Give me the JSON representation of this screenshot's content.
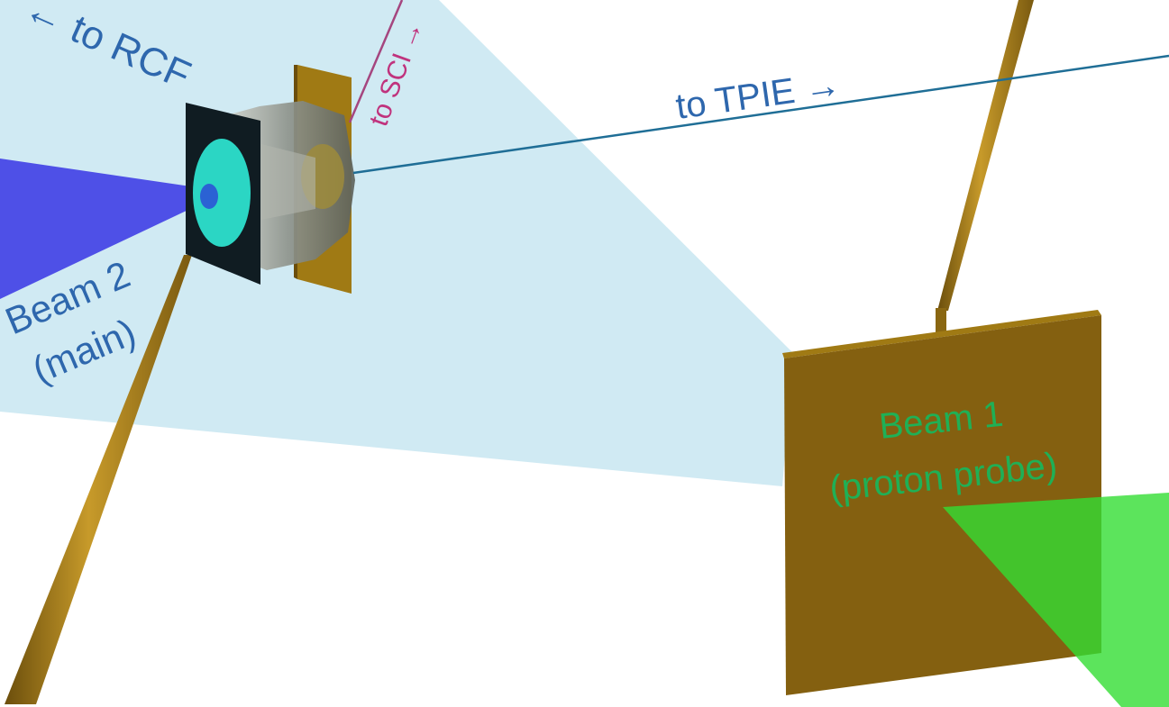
{
  "labels": {
    "to_rcf": "← to RCF",
    "to_sci": "to SCI →",
    "to_tpie": "to TPIE →",
    "beam2_line1": "Beam 2",
    "beam2_line2": "(main)",
    "beam1_line1": "Beam 1",
    "beam1_line2": "(proton probe)"
  },
  "colors": {
    "rcf_cone": "#cde9f2",
    "beam2": "#3f3fe6",
    "beam1": "#33dd33",
    "gold": "#a07a14",
    "gold_dark": "#846010",
    "detector_plate": "#101c22",
    "target_disc": "#2bd6c4",
    "shield_gray": "#8a8f88",
    "label_blue": "#2e67ad",
    "label_magenta": "#c0337d",
    "label_green": "#1fb056",
    "tpie_line": "#1f6e96",
    "sci_line": "#a5467f"
  }
}
